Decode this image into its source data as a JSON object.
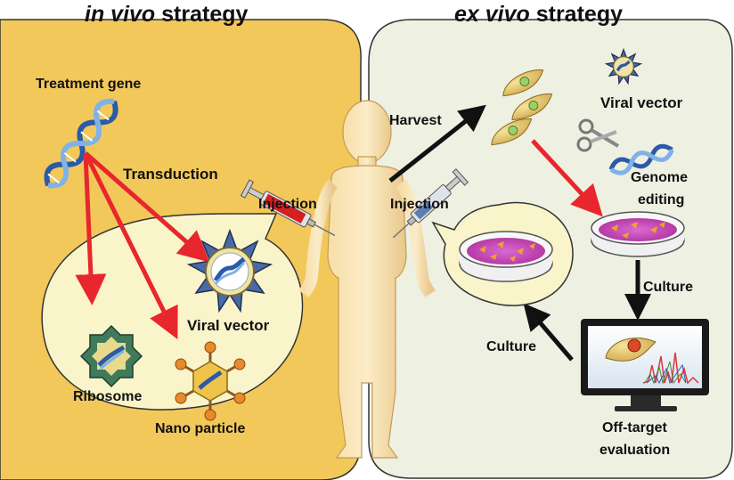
{
  "titles": {
    "in_vivo_em": "in vivo",
    "in_vivo_rest": " strategy",
    "ex_vivo_em": "ex vivo",
    "ex_vivo_rest": " strategy"
  },
  "in_vivo": {
    "treatment_gene": "Treatment gene",
    "transduction": "Transduction",
    "injection": "Injection",
    "viral_vector": "Viral vector",
    "ribosome": "Ribosome",
    "nano_particle": "Nano particle"
  },
  "ex_vivo": {
    "harvest": "Harvest",
    "injection": "Injection",
    "viral_vector": "Viral vector",
    "genome_editing_1": "Genome",
    "genome_editing_2": "editing",
    "culture_down": "Culture",
    "culture_left": "Culture",
    "off_target_1": "Off-target",
    "off_target_2": "evaluation"
  },
  "colors": {
    "in_vivo_panel": "#f2c85b",
    "ex_vivo_panel": "#eef0e2",
    "red_arrow": "#e8262d",
    "black_arrow": "#111111",
    "dish": "#c040b0",
    "cell": "#e7c867"
  }
}
